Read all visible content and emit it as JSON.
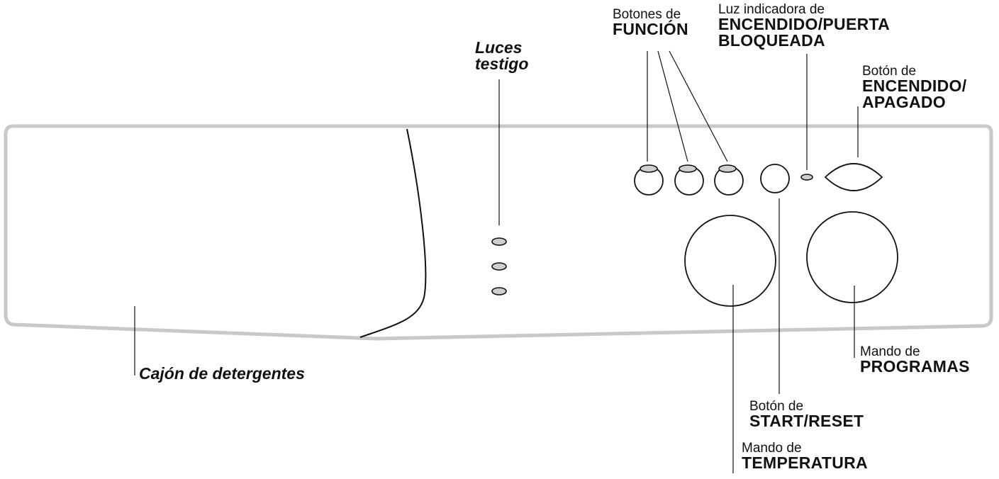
{
  "labels": {
    "funcion": {
      "small": "Botones de",
      "big": "FUNCIÓN"
    },
    "power_light": {
      "small": "Luz indicadora de",
      "big1": "ENCENDIDO/PUERTA",
      "big2": "BLOQUEADA"
    },
    "power_button": {
      "small": "Botón de",
      "big1": "ENCENDIDO/",
      "big2": "APAGADO"
    },
    "luces": {
      "line1": "Luces",
      "line2": "testigo"
    },
    "cajon": {
      "text": "Cajón de detergentes"
    },
    "programas": {
      "small": "Mando de",
      "big": "PROGRAMAS"
    },
    "start": {
      "small": "Botón de",
      "big": "START/RESET"
    },
    "temperatura": {
      "small": "Mando de",
      "big": "TEMPERATURA"
    }
  },
  "colors": {
    "outline": "#111111",
    "panel_edge": "#c8c8c8",
    "led_fill": "#cfcfcf"
  }
}
